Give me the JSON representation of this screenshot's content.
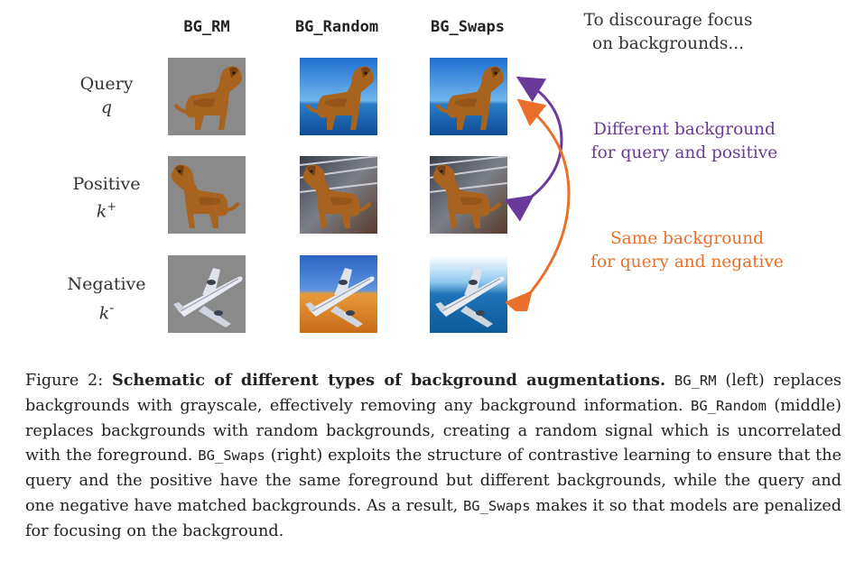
{
  "columns": [
    "BG_RM",
    "BG_Random",
    "BG_Swaps"
  ],
  "rows": [
    {
      "label": "Query",
      "symbol": "q",
      "sup": ""
    },
    {
      "label": "Positive",
      "symbol": "k",
      "sup": "+"
    },
    {
      "label": "Negative",
      "symbol": "k",
      "sup": "-"
    }
  ],
  "images": [
    [
      "dog-gray-background",
      "dog-sky-sea-background",
      "dog-sky-sea-background"
    ],
    [
      "dog-gray-background",
      "dog-bridge-background",
      "dog-bridge-background"
    ],
    [
      "airplane-gray-background",
      "airplane-desert-background",
      "airplane-sea-background"
    ]
  ],
  "notes": {
    "top": [
      "To discourage focus",
      "on backgrounds..."
    ],
    "purple": [
      "Different background",
      "for query and positive"
    ],
    "orange": [
      "Same background",
      "for query and negative"
    ]
  },
  "colors": {
    "purple": "#6a3a9a",
    "orange": "#e8702a",
    "gray_bg": "#8a8a8a"
  },
  "caption": {
    "figure_label": "Figure 2:",
    "title": "Schematic of different types of background augmentations.",
    "parts": [
      {
        "mono": "BG_RM",
        "text": " (left) replaces backgrounds with grayscale, effectively removing any background information. "
      },
      {
        "mono": "BG_Random",
        "text": " (middle) replaces backgrounds with random backgrounds, creating a random signal which is uncorrelated with the foreground. "
      },
      {
        "mono": "BG_Swaps",
        "text": " (right) exploits the structure of contrastive learning to ensure that the query and the positive have the same foreground but different backgrounds, while the query and one negative have matched backgrounds. As a result, "
      },
      {
        "mono": "BG_Swaps",
        "text": " makes it so that models are penalized for focusing on the background."
      }
    ]
  }
}
